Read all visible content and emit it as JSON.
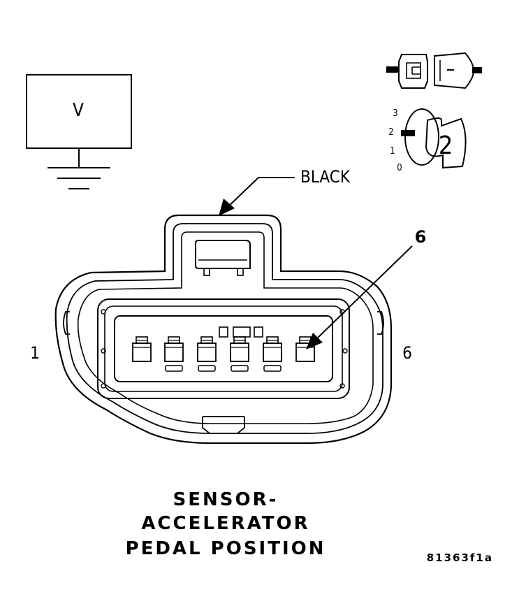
{
  "ground_symbol": {
    "label": "V"
  },
  "wire_color_label": "BLACK",
  "cavity_callout": "6",
  "pin_labels": {
    "left": "1",
    "right": "6"
  },
  "connector_view_icon": {
    "scale_ticks": [
      "3",
      "2",
      "1",
      "0"
    ],
    "number": "2"
  },
  "title_lines": [
    "SENSOR-",
    "ACCELERATOR",
    "PEDAL POSITION"
  ],
  "figure_id": "81363f1a"
}
